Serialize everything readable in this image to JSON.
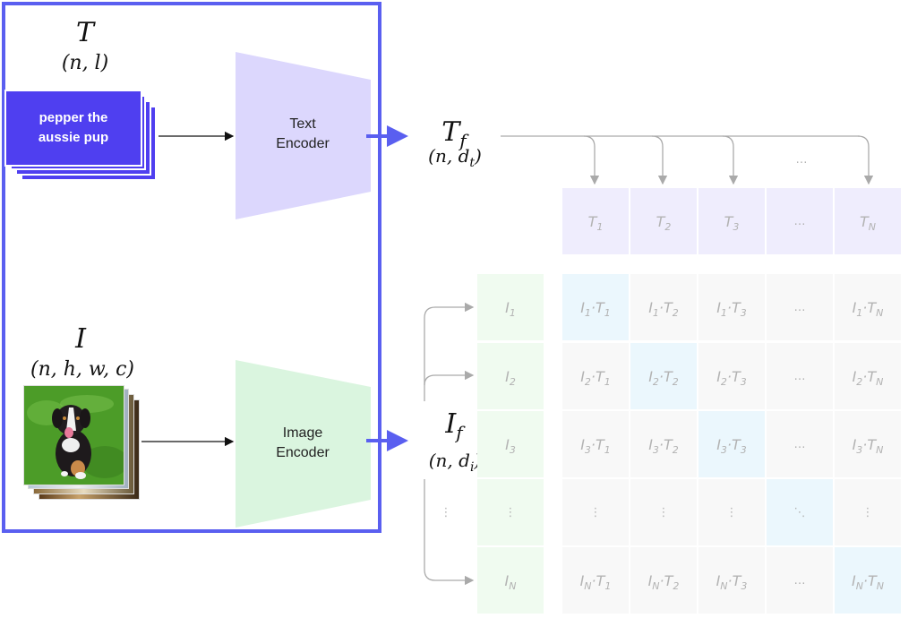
{
  "text_branch": {
    "symbol": "T",
    "shape": "(n, l)",
    "caption_line1": "pepper the",
    "caption_line2": "aussie pup",
    "encoder_line1": "Text",
    "encoder_line2": "Encoder",
    "feature_symbol": "T",
    "feature_sub": "f",
    "feature_shape_prefix": "(n, d",
    "feature_shape_sub": "t",
    "feature_shape_suffix": ")"
  },
  "image_branch": {
    "symbol": "I",
    "shape": "(n, h, w, c)",
    "image_description": "puppy on grass",
    "encoder_line1": "Image",
    "encoder_line2": "Encoder",
    "feature_symbol": "I",
    "feature_sub": "f",
    "feature_shape_prefix": "(n, d",
    "feature_shape_sub": "i",
    "feature_shape_suffix": ")"
  },
  "text_embeddings": [
    {
      "base": "T",
      "sub": "1"
    },
    {
      "base": "T",
      "sub": "2"
    },
    {
      "base": "T",
      "sub": "3"
    },
    {
      "ellipsis": "…"
    },
    {
      "base": "T",
      "sub": "N"
    }
  ],
  "image_embeddings": [
    {
      "base": "I",
      "sub": "1"
    },
    {
      "base": "I",
      "sub": "2"
    },
    {
      "base": "I",
      "sub": "3"
    },
    {
      "ellipsis": "⋮"
    },
    {
      "base": "I",
      "sub": "N"
    }
  ],
  "arrow_ellipsis_top": "…",
  "arrow_ellipsis_left": "⋮",
  "matrix": {
    "row_subs": [
      "1",
      "2",
      "3",
      null,
      "N"
    ],
    "col_subs": [
      "1",
      "2",
      "3",
      null,
      "N"
    ],
    "horizontal_ellipsis": "…",
    "vertical_ellipsis": "⋮",
    "diagonal_ellipsis": "⋱",
    "colors": {
      "text_cell": "#efedfd",
      "image_cell": "#f0fbf0",
      "matrix_cell": "#f8f8f8",
      "diagonal_cell": "#ebf7fd",
      "frame": "#5a5ff0",
      "caption_card": "#4f3ff0",
      "text_encoder": "#dcd7fd",
      "image_encoder": "#daf5df"
    }
  }
}
